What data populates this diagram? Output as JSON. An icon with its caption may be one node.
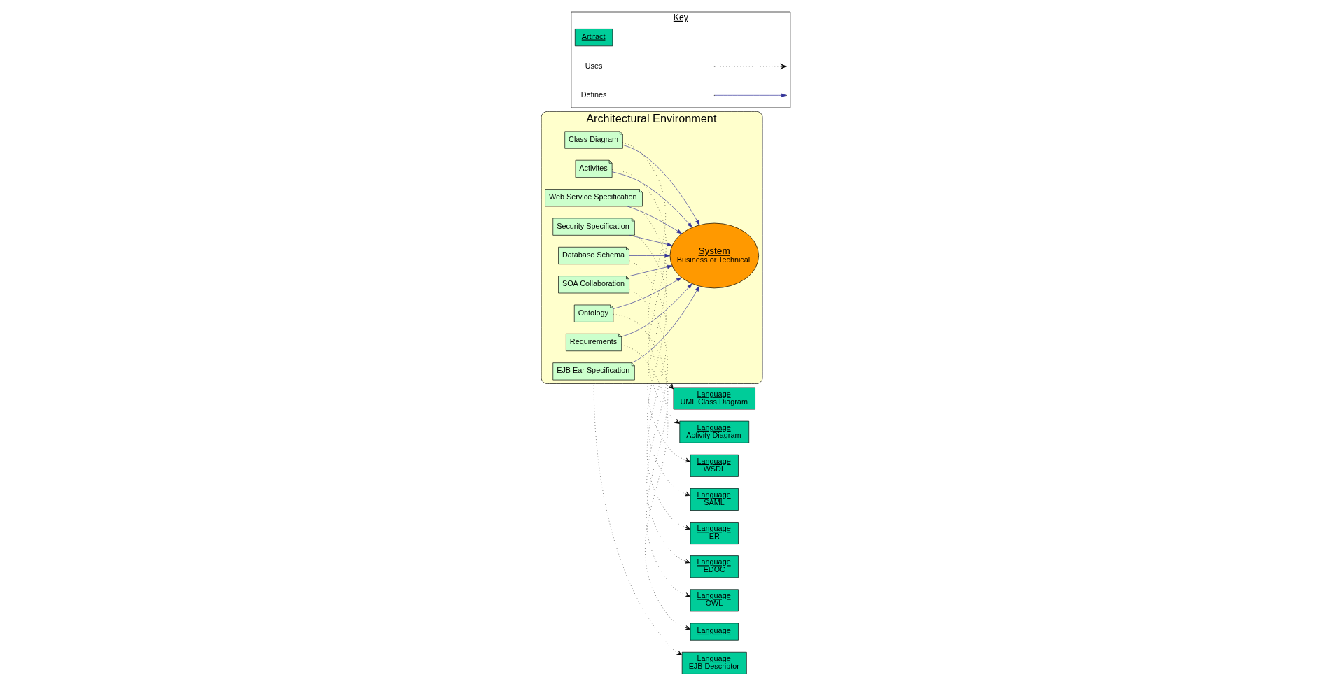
{
  "diagram": {
    "nodes": [
      {
        "text": [
          "Architectural Environment"
        ]
      },
      {
        "text": [
          "Class Diagram"
        ],
        "in": 0
      },
      {
        "text": [
          "Activites"
        ],
        "in": 0
      },
      {
        "text": [
          "Web Service Specification"
        ],
        "in": 0
      },
      {
        "text": [
          "System",
          "Business or Technical"
        ],
        "in": 0
      },
      {
        "text": [
          "Security Specification"
        ],
        "in": 0
      },
      {
        "text": [
          "Database Schema"
        ],
        "in": 0
      },
      {
        "text": [
          "SOA Collaboration"
        ],
        "in": 0
      },
      {
        "text": [
          "Ontology"
        ],
        "in": 0
      },
      {
        "text": [
          "Requirements"
        ],
        "in": 0
      },
      {
        "text": [
          "EJB Ear Specification"
        ],
        "in": 0
      },
      {
        "text": [
          "Language",
          "UML Class Diagram"
        ]
      },
      {
        "text": [
          "Language",
          "Activity Diagram"
        ]
      },
      {
        "text": [
          "Language",
          "WSDL"
        ]
      },
      {
        "text": [
          "Language",
          "SAML"
        ]
      },
      {
        "text": [
          "Language",
          "ER"
        ]
      },
      {
        "text": [
          "Language",
          "EDOC"
        ]
      },
      {
        "text": [
          "Language",
          "OWL"
        ]
      },
      {
        "text": [
          "Language"
        ]
      },
      {
        "text": [
          "Language",
          "EJB Descriptor"
        ]
      },
      {
        "text": [
          "Key"
        ]
      },
      {
        "text": [
          "Artifact"
        ],
        "in": 20
      }
    ],
    "edges": [
      {
        "from": 1,
        "to": 11,
        "arrow": "to",
        "style": "dashed"
      },
      {
        "from": 1,
        "to": 4,
        "arrow": "to",
        "color": "#333399"
      },
      {
        "from": 2,
        "to": 12,
        "arrow": "to",
        "style": "dashed"
      },
      {
        "from": 2,
        "to": 4,
        "arrow": "to",
        "color": "#333399"
      },
      {
        "from": 3,
        "to": 13,
        "arrow": "to",
        "style": "dashed"
      },
      {
        "from": 3,
        "to": 4,
        "arrow": "to",
        "color": "#333399"
      },
      {
        "from": 5,
        "to": 14,
        "arrow": "to",
        "style": "dashed"
      },
      {
        "from": 5,
        "to": 4,
        "arrow": "to",
        "color": "#333399"
      },
      {
        "from": 6,
        "to": 15,
        "arrow": "to",
        "style": "dashed"
      },
      {
        "from": 6,
        "to": 4,
        "arrow": "to",
        "color": "#333399"
      },
      {
        "from": 7,
        "to": 16,
        "arrow": "to",
        "style": "dashed"
      },
      {
        "from": 7,
        "to": 4,
        "arrow": "to",
        "color": "#333399"
      },
      {
        "from": 8,
        "to": 17,
        "arrow": "to",
        "style": "dashed"
      },
      {
        "from": 8,
        "to": 4,
        "arrow": "to",
        "color": "#333399"
      },
      {
        "from": 9,
        "to": 18,
        "arrow": "to",
        "style": "dashed"
      },
      {
        "from": 9,
        "to": 4,
        "arrow": "to",
        "color": "#333399"
      },
      {
        "from": 10,
        "to": 19,
        "arrow": "to",
        "style": "dashed"
      },
      {
        "from": 10,
        "to": 4,
        "arrow": "to",
        "color": "#333399"
      }
    ],
    "legend": [
      {
        "text": "Uses"
      },
      {
        "text": "Defines"
      }
    ]
  }
}
